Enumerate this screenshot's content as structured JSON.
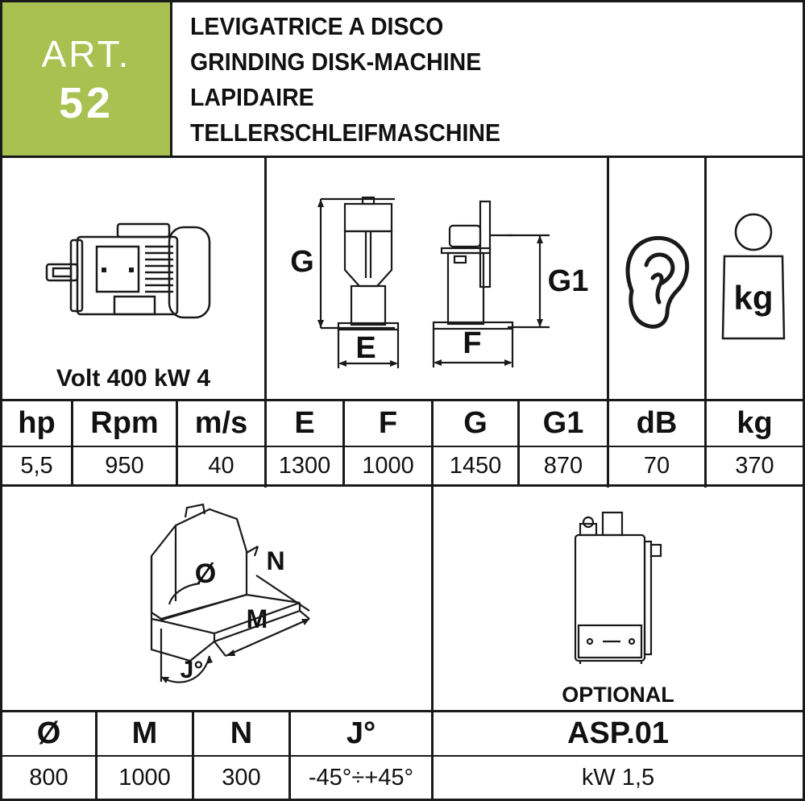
{
  "header": {
    "art_label": "ART.",
    "art_number": "52",
    "titles": [
      "LEVIGATRICE A DISCO",
      "GRINDING DISK-MACHINE",
      "LAPIDAIRE",
      "TELLERSCHLEIFMASCHINE"
    ]
  },
  "motor": {
    "caption": "Volt 400 kW 4"
  },
  "dimension_labels": {
    "g": "G",
    "g1": "G1",
    "e": "E",
    "f": "F"
  },
  "weight_icon_label": "kg",
  "specs_table": {
    "headers": [
      "hp",
      "Rpm",
      "m/s",
      "E",
      "F",
      "G",
      "G1",
      "dB",
      "kg"
    ],
    "values": [
      "5,5",
      "950",
      "40",
      "1300",
      "1000",
      "1450",
      "870",
      "70",
      "370"
    ]
  },
  "disc_labels": {
    "diameter": "Ø",
    "m": "M",
    "n": "N",
    "angle": "J°"
  },
  "optional": {
    "label": "OPTIONAL",
    "code": "ASP.01",
    "power": "kW 1,5"
  },
  "disc_table": {
    "headers": [
      "Ø",
      "M",
      "N",
      "J°"
    ],
    "values": [
      "800",
      "1000",
      "300",
      "-45°÷+45°"
    ]
  },
  "colors": {
    "accent": "#a8c150",
    "lines": "#1a1a1a"
  }
}
